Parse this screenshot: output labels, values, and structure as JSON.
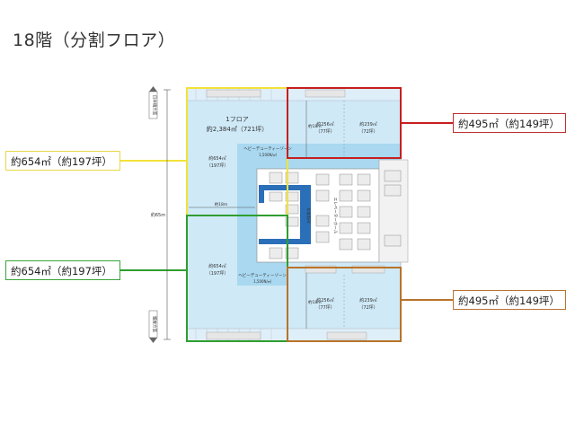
{
  "title": "18階（分割フロア）",
  "callouts": {
    "yellow": "約654㎡（約197坪）",
    "green": "約654㎡（約197坪）",
    "red": "約495㎡（約149坪）",
    "orange": "約495㎡（約149坪）"
  },
  "plan": {
    "whole_floor_label": "1フロア",
    "whole_floor_area": "約2,384㎡（721坪）",
    "left_upper_area": "約654㎡",
    "left_upper_tsubo": "（197坪）",
    "left_lower_area": "約654㎡",
    "left_lower_tsubo": "（197坪）",
    "right_top_a_area": "約256㎡",
    "right_top_a_tsubo": "（77坪）",
    "right_top_b_area": "約239㎡",
    "right_top_b_tsubo": "（72坪）",
    "right_bot_a_area": "約256㎡",
    "right_bot_a_tsubo": "（77坪）",
    "right_bot_b_area": "約239㎡",
    "right_bot_b_tsubo": "（72坪）",
    "dim_18m_top": "約18m",
    "dim_18m_mid": "約18m",
    "dim_18m_bot": "約18m",
    "dim_65m": "約65m",
    "heavy_zone_upper": "ヘビーデューティーゾーン",
    "heavy_zone_upper_sub": "1,500N/㎡",
    "heavy_zone_lower": "ヘビーデューティーゾーン",
    "heavy_zone_lower_sub": "1,500N/㎡",
    "elevator_hall": "エレベーターホール",
    "core_label": "非常用EV",
    "top_side_label": "日本橋方面",
    "bottom_side_label": "銀座方面"
  },
  "colors": {
    "yellow": "#f2e23a",
    "green": "#2f9e2f",
    "red": "#c81e1e",
    "orange": "#b8732a",
    "floor_fill": "#cfe9f7",
    "heavy_fill": "#a9d8f0",
    "core_blue": "#2a6fb8"
  }
}
